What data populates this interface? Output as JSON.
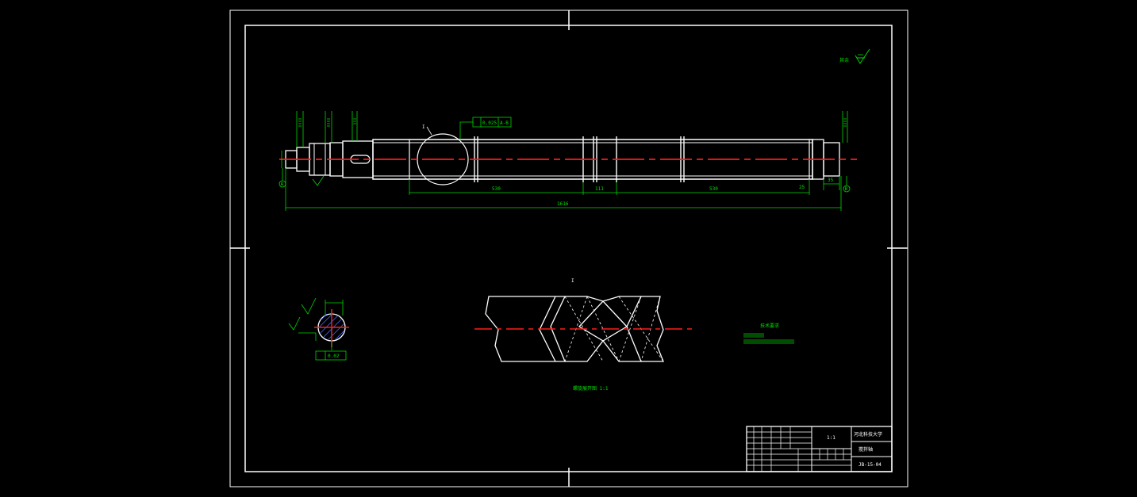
{
  "colors": {
    "background": "#000000",
    "outline": "#ffffff",
    "dimension": "#00d800",
    "centerline": "#ff1a1a"
  },
  "main_view": {
    "dim_left_span": "530",
    "dim_mid_span": "111",
    "dim_right_span": "530",
    "dim_end_small": "25",
    "dim_end_right": "35",
    "dim_total": "1616",
    "detail_label": "I",
    "datum_left": "A",
    "datum_right": "B",
    "tolerance_value": "0.025",
    "tolerance_ref": "A-B"
  },
  "section_view": {
    "tolerance_value": "0.02"
  },
  "detail_view": {
    "label": "I",
    "caption": "螺旋展开图 1:1"
  },
  "notes": {
    "title": "技术要求"
  },
  "roughness": {
    "label": "其余"
  },
  "title_block": {
    "scale": "1:1",
    "school": "河北科技大学",
    "part_name": "搅拌轴",
    "drawing_number": "JB-15-04"
  }
}
